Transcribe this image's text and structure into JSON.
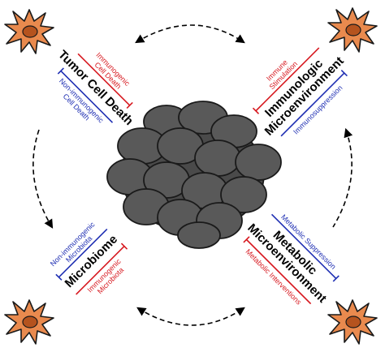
{
  "colors": {
    "stimulate": "#d71920",
    "suppress": "#1f2fb3",
    "cell_fill": "#e98a4e",
    "cell_nucleus": "#b5531e",
    "tumor_fill": "#595959",
    "tumor_stroke": "#1a1a1a"
  },
  "icons": {
    "cell": "dendritic-cell-icon",
    "tumor": "tumor-cell-cluster",
    "flow": "dashed-curved-arrow"
  },
  "quadrants": {
    "tumor_cell_death": {
      "title": "Tumor Cell Death",
      "stimulating_label": [
        "Immunogenic",
        "Cell Death"
      ],
      "suppressing_label": [
        "Non-immunogenic",
        "Cell Death"
      ]
    },
    "immunologic_microenvironment": {
      "title": [
        "Immunologic",
        "Microenvironment"
      ],
      "stimulating_label": [
        "Immune",
        "Stimulation"
      ],
      "suppressing_label": "Immunosuppression"
    },
    "microbiome": {
      "title": "Microbiome",
      "stimulating_label": [
        "Immunogenic",
        "Microbiota"
      ],
      "suppressing_label": [
        "Non-immunogenic",
        "Microbiota"
      ]
    },
    "metabolic_microenvironment": {
      "title": [
        "Metabolic",
        "Microenvironment"
      ],
      "stimulating_label": "Metabolic Interventions",
      "suppressing_label": "Metabolic Suppression"
    }
  }
}
